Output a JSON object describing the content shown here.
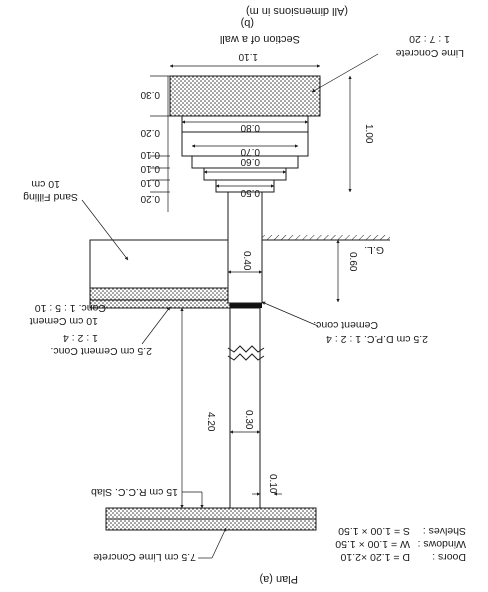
{
  "plan": {
    "title": "Plan (a)",
    "schedule": [
      {
        "item": "Doors :",
        "spec": "D = 1.20 ×2.10"
      },
      {
        "item": "Windows :",
        "spec": "W = 1.00 × 1.50"
      },
      {
        "item": "Shelves :",
        "spec": "S = 1.00 × 1.50"
      }
    ]
  },
  "section": {
    "title": "Section of a wall",
    "caption": "(b)",
    "units_note": "(All dimensions in m)"
  },
  "labels": {
    "lime_concrete_75": "7.5 cm Lime Concrete",
    "rcc_slab": "15 cm R.C.C. Slab",
    "cement_conc_25_line1": "2.5 cm Cement Conc.",
    "cement_conc_25_line2": "1 : 2 : 4",
    "cement_conc_10_line1": "10 cm Cement",
    "cement_conc_10_line2": "Conc. 1 : 5 : 10",
    "sand_filling_line1": "Sand Filling",
    "sand_filling_line2": "10 cm",
    "dpc": "2.5 cm D.P.C. 1 : 2 : 4",
    "cement_conc": "Cement conc.",
    "lime_concrete_line1": "Lime Concrete",
    "lime_concrete_line2": "1 : 7 : 20",
    "gl": "G.L."
  },
  "dimensions": {
    "d_010_top": "0.10",
    "d_030_wall": "0.30",
    "d_420": "4.20",
    "d_060": "0.60",
    "d_040": "0.40",
    "d_020_a": "0.20",
    "d_010_a": "0.10",
    "d_010_b": "0.10",
    "d_010_c": "0.10",
    "d_020_b": "0.20",
    "d_030_base": "0.30",
    "d_050": "0.50",
    "d_060_step": "0.60",
    "d_070": "0.70",
    "d_080": "0.80",
    "d_110": "1.10",
    "d_100": "1.00"
  }
}
